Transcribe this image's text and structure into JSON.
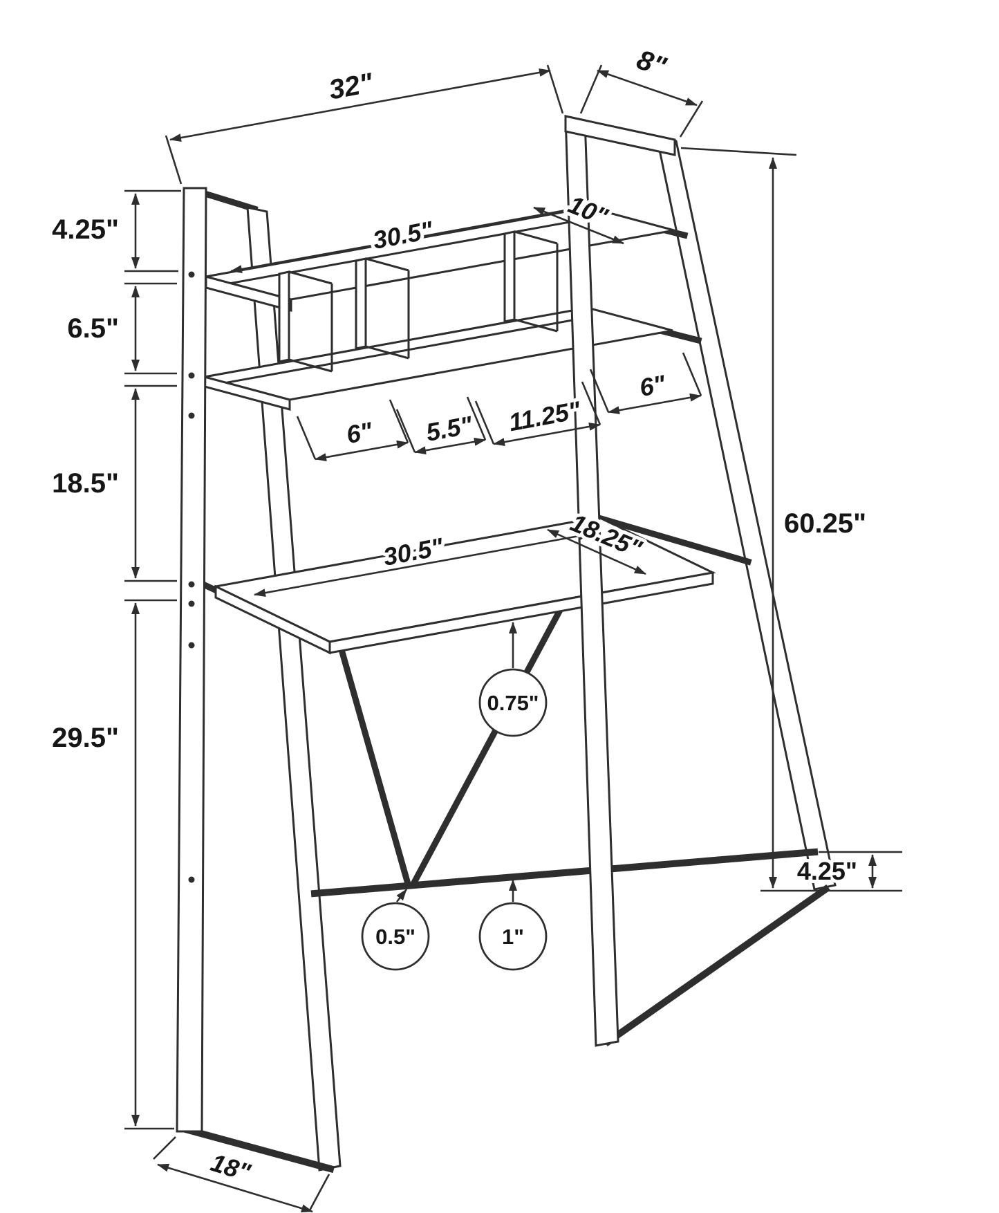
{
  "labels": {
    "top_width": "32\"",
    "top_depth": "8\"",
    "hutch_post_height": "4.25\"",
    "cubby_height": "6.5\"",
    "shelf_to_desk": "18.5\"",
    "desk_height": "29.5\"",
    "top_shelf_width": "30.5\"",
    "top_shelf_depth": "10\"",
    "cubby1_width": "6\"",
    "cubby2_width": "5.5\"",
    "cubby3_width": "11.25\"",
    "cubby4_width": "6\"",
    "desktop_width": "30.5\"",
    "desktop_depth": "18.25\"",
    "total_height": "60.25\"",
    "desktop_thickness": "0.75\"",
    "tube_thickness": "0.5\"",
    "stretcher_size": "1\"",
    "stretcher_height": "4.25\"",
    "base_depth": "18\""
  }
}
